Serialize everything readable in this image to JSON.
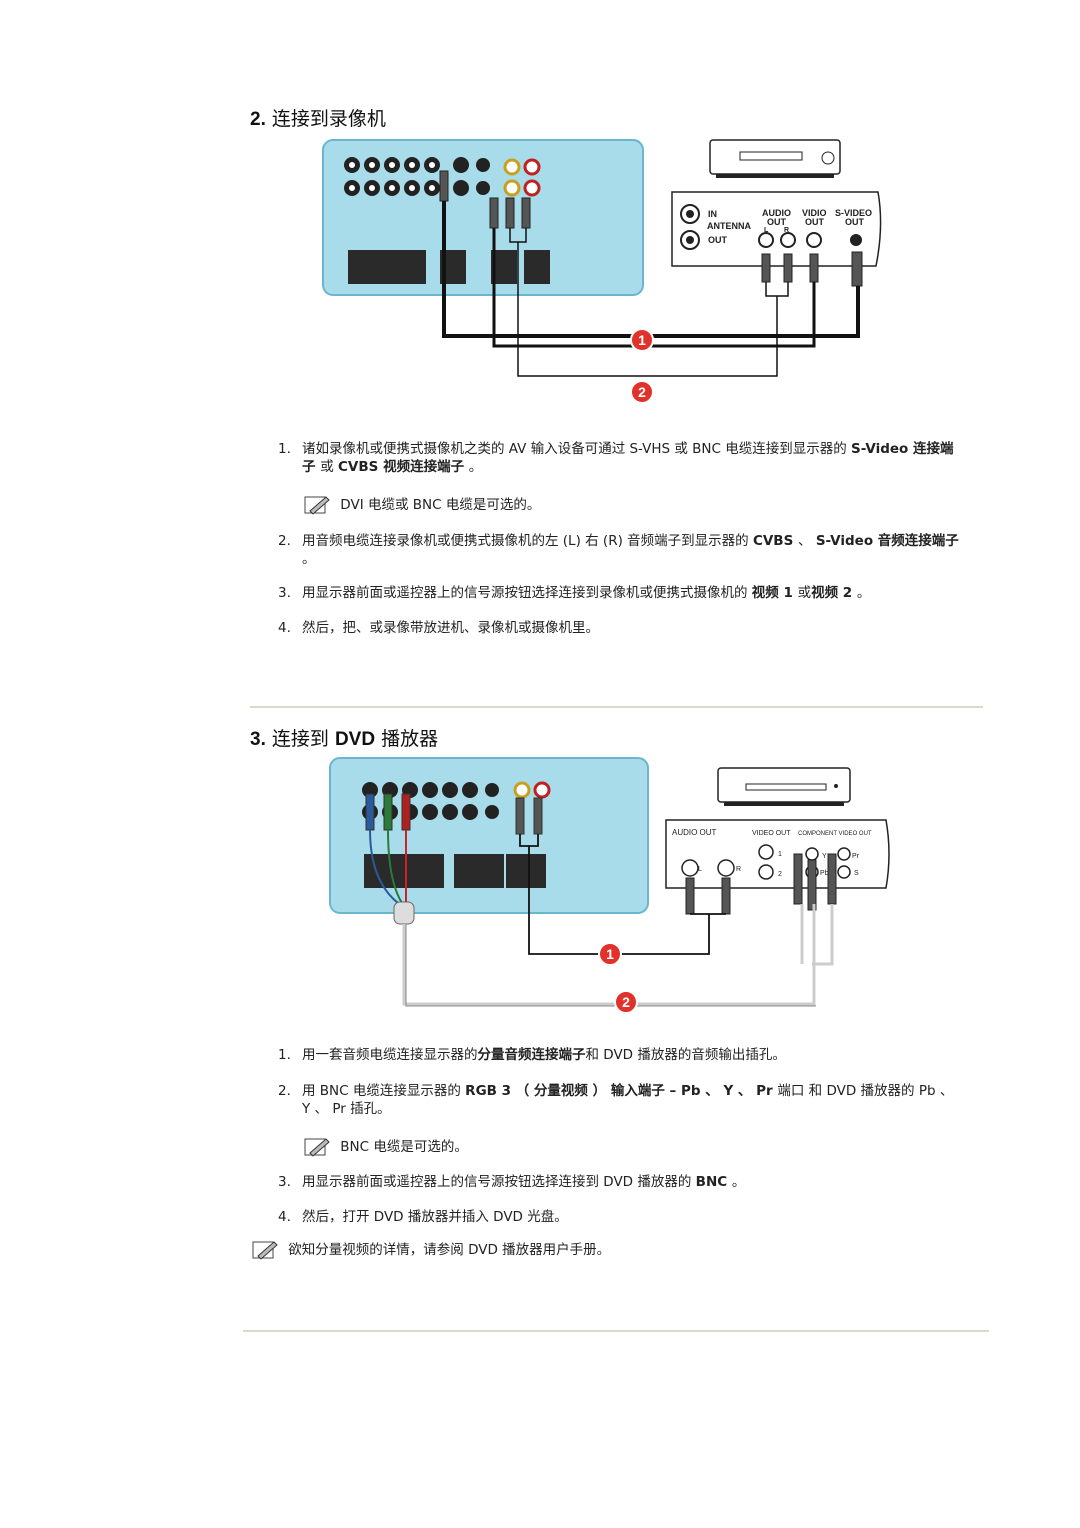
{
  "colors": {
    "panel_fill": "#a9dcea",
    "panel_stroke": "#6bb6cf",
    "rule": "#d8dcc6",
    "cable_black": "#111111",
    "cable_grey": "#cccccc",
    "badge_red": "#e0312b"
  },
  "section2": {
    "title_num": "2.",
    "title_text": "连接到录像机",
    "vcr_labels": {
      "in": "IN",
      "antenna": "ANTENNA",
      "out": "OUT",
      "audio": "AUDIO",
      "audio_out": "OUT",
      "l": "L",
      "r": "R",
      "video": "VIDIO",
      "video_out": "OUT",
      "svideo": "S-VIDEO",
      "svideo_out": "OUT"
    },
    "badges": [
      "1",
      "2"
    ],
    "steps": [
      {
        "num": "1.",
        "pre": "诸如录像机或便携式摄像机之类的 AV 输入设备可通过 S-VHS 或 BNC 电缆连接到显示器的 ",
        "bold": "S-Video 连接端子 ",
        "mid": "或 ",
        "bold2": "CVBS 视频连接端子 ",
        "post": "。"
      },
      {
        "num": "2.",
        "pre": "用音频电缆连接录像机或便携式摄像机的左 (L) 右 (R) 音频端子到显示器的 ",
        "bold": "CVBS ",
        "mid": "、 ",
        "bold2": "S-Video 音频连接端子 ",
        "post": "。"
      },
      {
        "num": "3.",
        "pre": "用显示器前面或遥控器上的信号源按钮选择连接到录像机或便携式摄像机的 ",
        "bold": "视频 1 ",
        "mid": "或",
        "bold2": "视频 2 ",
        "post": "。"
      },
      {
        "num": "4.",
        "pre": "然后，把、或录像带放进机、录像机或摄像机里。",
        "bold": "",
        "mid": "",
        "bold2": "",
        "post": ""
      }
    ],
    "note": "DVI 电缆或 BNC 电缆是可选的。"
  },
  "section3": {
    "title_num": "3.",
    "title_pre": "连接到 ",
    "title_bold": "DVD",
    "title_post": " 播放器",
    "dvd_labels": {
      "audio_out": "AUDIO OUT",
      "video_out": "VIDEO OUT",
      "component_out": "COMPONENT VIDEO OUT",
      "l": "L",
      "r": "R",
      "one": "1",
      "two": "2",
      "y": "Y",
      "pr": "Pr",
      "pb": "Pb",
      "s": "S"
    },
    "badges": [
      "1",
      "2"
    ],
    "steps": [
      {
        "num": "1.",
        "pre": "用一套音频电缆连接显示器的",
        "bold": "分量音频连接端子",
        "mid": "和 DVD 播放器的音频输出插孔。",
        "bold2": "",
        "post": ""
      },
      {
        "num": "2.",
        "pre": "用 BNC 电缆连接显示器的 ",
        "bold": "RGB 3 （ 分量视频 ） 输入端子 – Pb 、 Y 、 Pr ",
        "mid": "端口 和 DVD 播放器的 Pb 、 Y 、 Pr 插孔。",
        "bold2": "",
        "post": ""
      },
      {
        "num": "3.",
        "pre": "用显示器前面或遥控器上的信号源按钮选择连接到 DVD 播放器的 ",
        "bold": "BNC ",
        "mid": "。",
        "bold2": "",
        "post": ""
      },
      {
        "num": "4.",
        "pre": "然后，打开 DVD 播放器并插入 DVD 光盘。",
        "bold": "",
        "mid": "",
        "bold2": "",
        "post": ""
      }
    ],
    "note": "BNC 电缆是可选的。",
    "footnote": "欲知分量视频的详情，请参阅 DVD 播放器用户手册。"
  }
}
